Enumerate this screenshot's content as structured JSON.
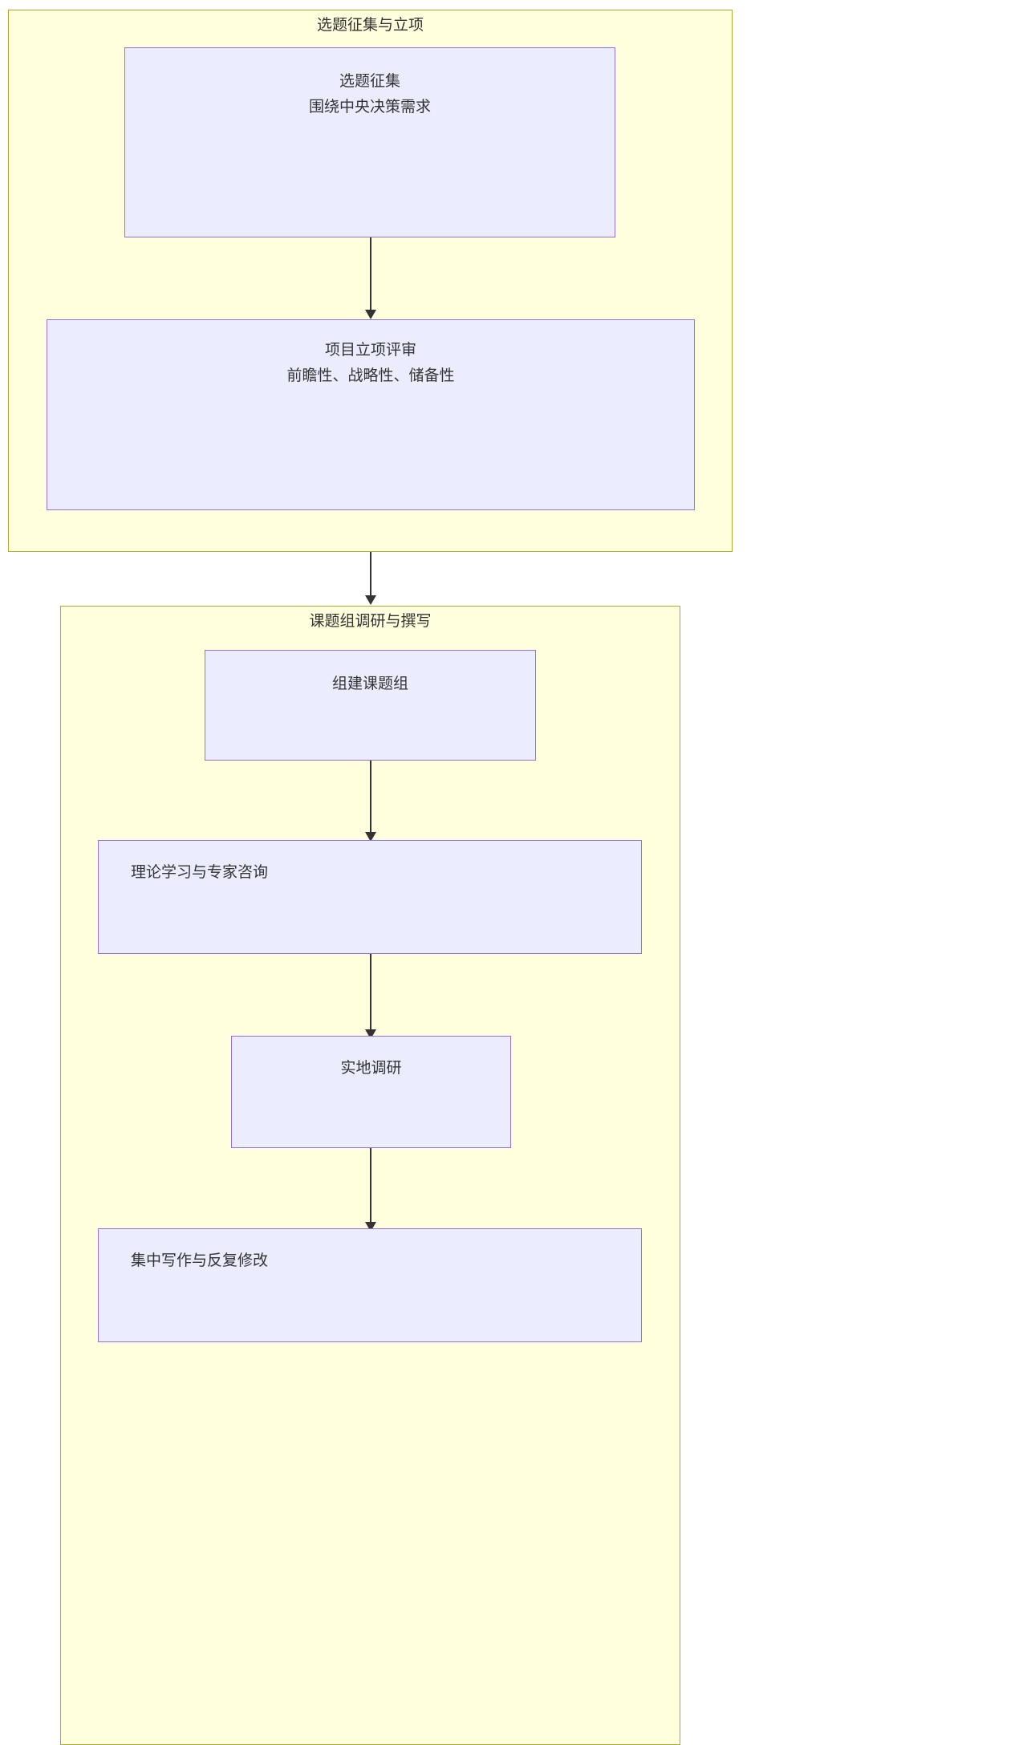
{
  "diagram": {
    "type": "flowchart",
    "direction": "top-to-bottom",
    "background_color": "#ffffff",
    "cluster_fill": "#ffffde",
    "cluster_stroke": "#aaaa33",
    "node_fill": "#ececff",
    "node_stroke": "#9370db",
    "edge_color": "#333333",
    "clusters": [
      {
        "id": "cluster-1",
        "title": "选题征集与立项",
        "nodes": [
          {
            "id": "node-xuanti-zhengji",
            "lines": [
              "选题征集",
              "围绕中央决策需求"
            ]
          },
          {
            "id": "node-xiangmu-lixiang-pingshen",
            "lines": [
              "项目立项评审",
              "前瞻性、战略性、储备性"
            ]
          }
        ]
      },
      {
        "id": "cluster-2",
        "title": "课题组调研与撰写",
        "nodes": [
          {
            "id": "node-zujian-ketizu",
            "lines": [
              "组建课题组"
            ]
          },
          {
            "id": "node-lilun-xuexi",
            "lines": [
              "理论学习与专家咨询"
            ]
          },
          {
            "id": "node-shidi-diaoyan",
            "lines": [
              "实地调研"
            ]
          },
          {
            "id": "node-jizhong-xiezuo",
            "lines": [
              "集中写作与反复修改"
            ]
          }
        ]
      }
    ],
    "edges": [
      {
        "id": "edge-1",
        "from": "node-xuanti-zhengji",
        "to": "node-xiangmu-lixiang-pingshen"
      },
      {
        "id": "edge-2",
        "from": "cluster-1",
        "to": "cluster-2"
      },
      {
        "id": "edge-3",
        "from": "node-zujian-ketizu",
        "to": "node-lilun-xuexi"
      },
      {
        "id": "edge-4",
        "from": "node-lilun-xuexi",
        "to": "node-shidi-diaoyan"
      },
      {
        "id": "edge-5",
        "from": "node-shidi-diaoyan",
        "to": "node-jizhong-xiezuo"
      }
    ]
  }
}
